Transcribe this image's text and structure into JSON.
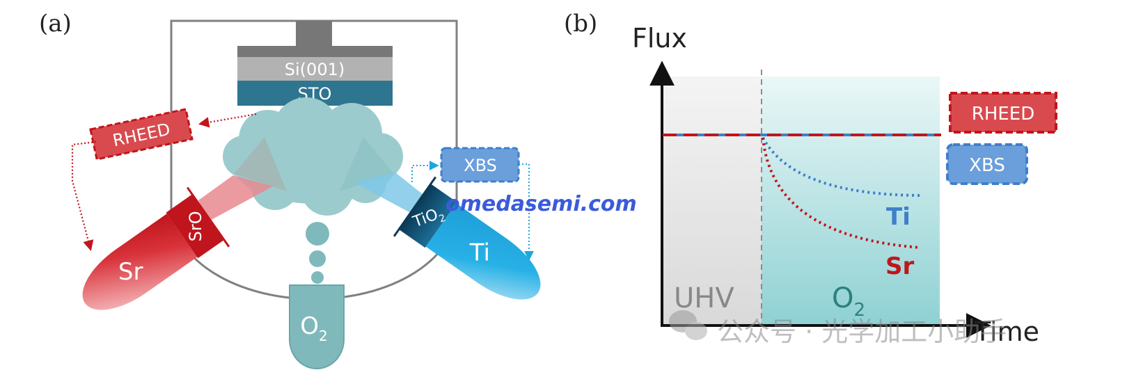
{
  "panel_a": {
    "label": "(a)",
    "substrate_top": "Si(001)",
    "substrate_bottom": "STO",
    "rheed": "RHEED",
    "xbs": "XBS",
    "sr_cell": "Sr",
    "sr_shutter": "SrO",
    "ti_cell": "Ti",
    "ti_shutter": "TiO",
    "ti_shutter_sub": "2",
    "o2_source": "O",
    "o2_sub": "2"
  },
  "panel_b": {
    "label": "(b)",
    "y_axis": "Flux",
    "x_axis": "Time",
    "region_left": "UHV",
    "region_right": "O",
    "region_right_sub": "2",
    "rheed": "RHEED",
    "xbs": "XBS",
    "curve_ti": "Ti",
    "curve_sr": "Sr"
  },
  "watermark": {
    "site": "omedasemi.com",
    "wechat": "公众号 · 光学加工小助手"
  },
  "colors": {
    "red": "#c0151c",
    "red_box": "#d94a4e",
    "blue": "#3f7fc9",
    "blue_box": "#6b9fdb",
    "teal": "#7fb9bb",
    "sto": "#2e7590",
    "si": "#b2b2b2",
    "holder": "#777777",
    "cloud": "#9ccbcd",
    "ti_cyan": "#1aa6e0",
    "o2_panel_bg": "#a9dcdd"
  }
}
